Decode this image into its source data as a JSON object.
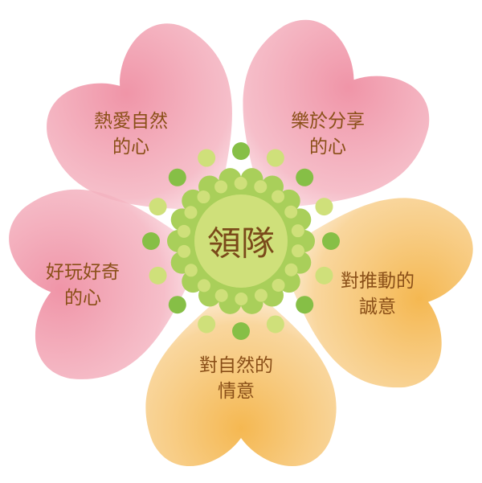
{
  "center": {
    "label": "領隊"
  },
  "petals": [
    {
      "line1": "熱愛自然",
      "line2": "的心",
      "color": "#e9768f"
    },
    {
      "line1": "樂於分享",
      "line2": "的心",
      "color": "#e9768f"
    },
    {
      "line1": "好玩好奇",
      "line2": "的心",
      "color": "#e9768f"
    },
    {
      "line1": "對推動的",
      "line2": "誠意",
      "color": "#f5b547"
    },
    {
      "line1": "對自然的",
      "line2": "情意",
      "color": "#f5b547"
    }
  ],
  "colors": {
    "pink_petal": "#e9768f",
    "orange_petal": "#f5b547",
    "center_light": "#cfe07a",
    "center_mid": "#a9cf5a",
    "center_dark": "#86bf46"
  }
}
